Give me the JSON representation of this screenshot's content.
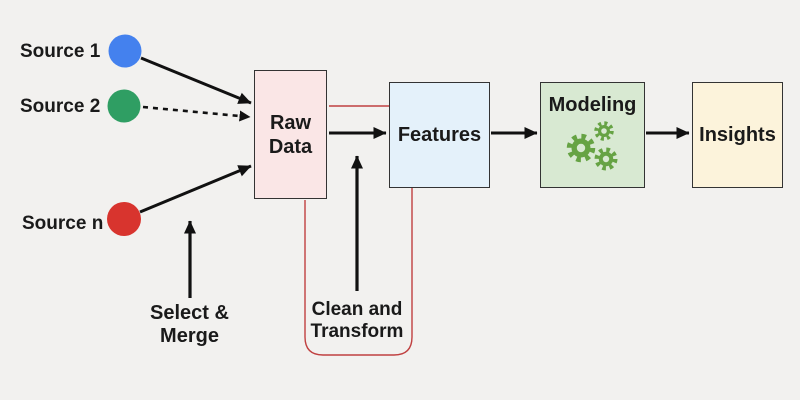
{
  "diagram": {
    "background": "#f2f1ef",
    "sources": [
      {
        "label": "Source 1",
        "color": "#4481ee"
      },
      {
        "label": "Source 2",
        "color": "#2f9e63"
      },
      {
        "label": "Source n",
        "color": "#d8342e"
      }
    ],
    "boxes": {
      "raw_data": {
        "label": "Raw Data",
        "fill": "#fae6e6"
      },
      "features": {
        "label": "Features",
        "fill": "#e4f1fa"
      },
      "modeling": {
        "label": "Modeling",
        "fill": "#d8e9d2"
      },
      "insights": {
        "label": "Insights",
        "fill": "#fcf3db"
      }
    },
    "annotations": {
      "select_merge": {
        "line1": "Select &",
        "line2": "Merge"
      },
      "clean_transform": {
        "line1": "Clean and",
        "line2": "Transform"
      }
    },
    "icons": {
      "modeling_gears": "gears-icon",
      "gear_color": "#66a344"
    },
    "colors": {
      "arrow": "#111111",
      "loop": "#c04040",
      "text": "#1a1a1a"
    }
  }
}
